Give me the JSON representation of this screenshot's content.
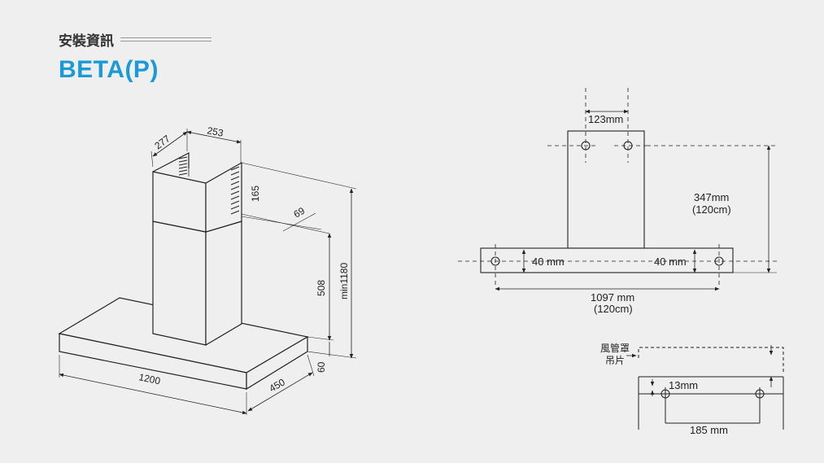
{
  "header": {
    "section_label": "安裝資訊",
    "model_name": "BETA(P)"
  },
  "dimensions": {
    "chimney_depth": "277",
    "chimney_width": "253",
    "upper_offset": "165",
    "slot_offset": "69",
    "total_height": "min1180",
    "body_height": "508",
    "hood_thickness": "60",
    "hood_width": "1200",
    "hood_depth": "450"
  },
  "bracket": {
    "hole_spacing": "123mm",
    "vertical_label": "347mm",
    "vertical_sub": "(120cm)",
    "left_margin": "40 mm",
    "right_margin": "40 mm",
    "horizontal_label": "1097 mm",
    "horizontal_sub": "(120cm)"
  },
  "hanger": {
    "label_line1": "風管罩",
    "label_line2": "吊片",
    "hole_offset": "13mm",
    "hole_spacing": "185 mm"
  }
}
